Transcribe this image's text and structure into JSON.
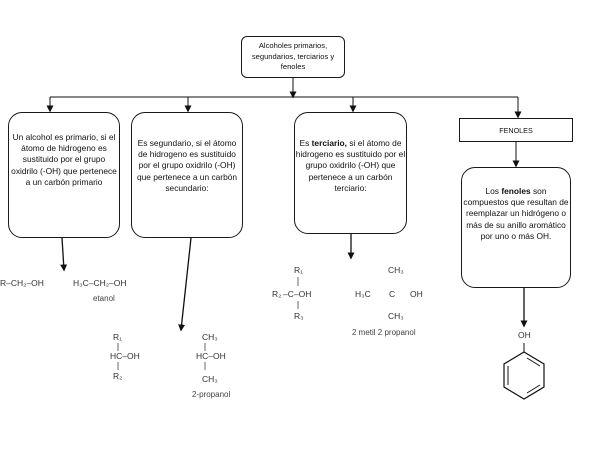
{
  "root": {
    "text": "Alcoholes primarios, segundarios, terciarios y fenoles"
  },
  "boxes": {
    "primario": {
      "text": "Un alcohol es primario, si el átomo de hidrogeno es sustituido por el grupo oxidrilo (-OH) que pertenece a un carbón primario"
    },
    "secundario": {
      "text": "Es segundario, si el átomo de hidrogeno es sustituido por el grupo oxidrilo (-OH) que pertenece a un carbón secundario:"
    },
    "terciario": {
      "pre": "Es ",
      "bold": "terciario,",
      "post": " si el átomo de hidrogeno es sustituido por el grupo oxidrilo (-OH) que pertenece a un carbón terciario:"
    },
    "fenoles_header": {
      "text": "FENOLES"
    },
    "fenoles": {
      "pre": "Los ",
      "bold": "fenoles",
      "post": " son compuestos que resultan de reemplazar un hidrógeno o más de su anillo aromático por uno o más OH."
    }
  },
  "chemistry": {
    "primary_formula": "R–CH₂–OH",
    "ethanol_formula": "H₃C–CH₂–OH",
    "ethanol_name": "etanol",
    "secondary_general": {
      "top": "R₁",
      "middle": "HC–OH",
      "bottom": "R₂"
    },
    "propanol": {
      "top": "CH₃",
      "middle": "HC–OH",
      "bottom": "CH₃",
      "name": "2-propanol"
    },
    "tertiary_general": {
      "top": "R₁",
      "left": "R₂",
      "middle": "–C–OH",
      "bottom": "R₃"
    },
    "methylpropanol": {
      "top": "CH₃",
      "left": "H₃C",
      "center": "C",
      "right": "OH",
      "bottom": "CH₃",
      "name": "2 metil 2 propanol"
    },
    "phenol": {
      "label": "OH"
    }
  }
}
